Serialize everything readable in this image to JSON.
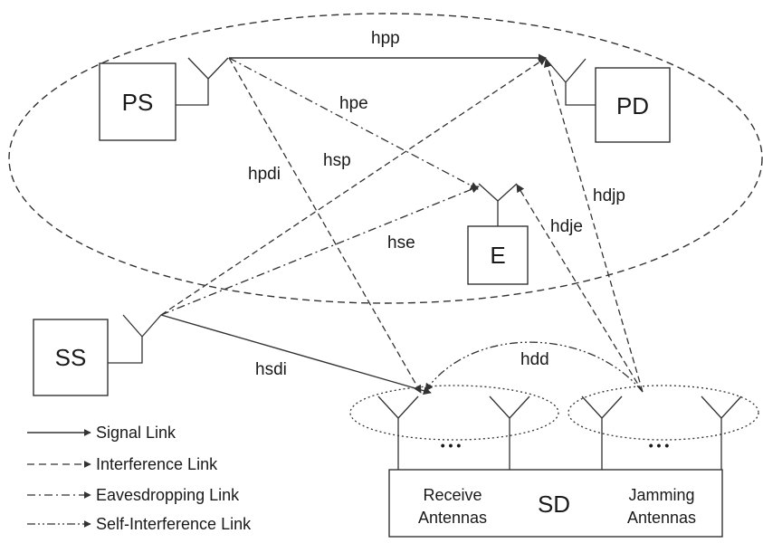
{
  "nodes": {
    "ps": "PS",
    "pd": "PD",
    "e": "E",
    "ss": "SS",
    "sd": "SD"
  },
  "channels": {
    "hpp": "hpp",
    "hpe": "hpe",
    "hsp": "hsp",
    "hpdi": "hpdi",
    "hse": "hse",
    "hdjp": "hdjp",
    "hdje": "hdje",
    "hsdi": "hsdi",
    "hdd": "hdd"
  },
  "sd_box": {
    "receive_line1": "Receive",
    "receive_line2": "Antennas",
    "jamming_line1": "Jamming",
    "jamming_line2": "Antennas",
    "ellipsis_left": "• • •",
    "ellipsis_right": "• • •"
  },
  "legend": {
    "signal": "Signal Link",
    "interference": "Interference Link",
    "eavesdropping": "Eavesdropping Link",
    "self_interference": "Self-Interference Link"
  }
}
